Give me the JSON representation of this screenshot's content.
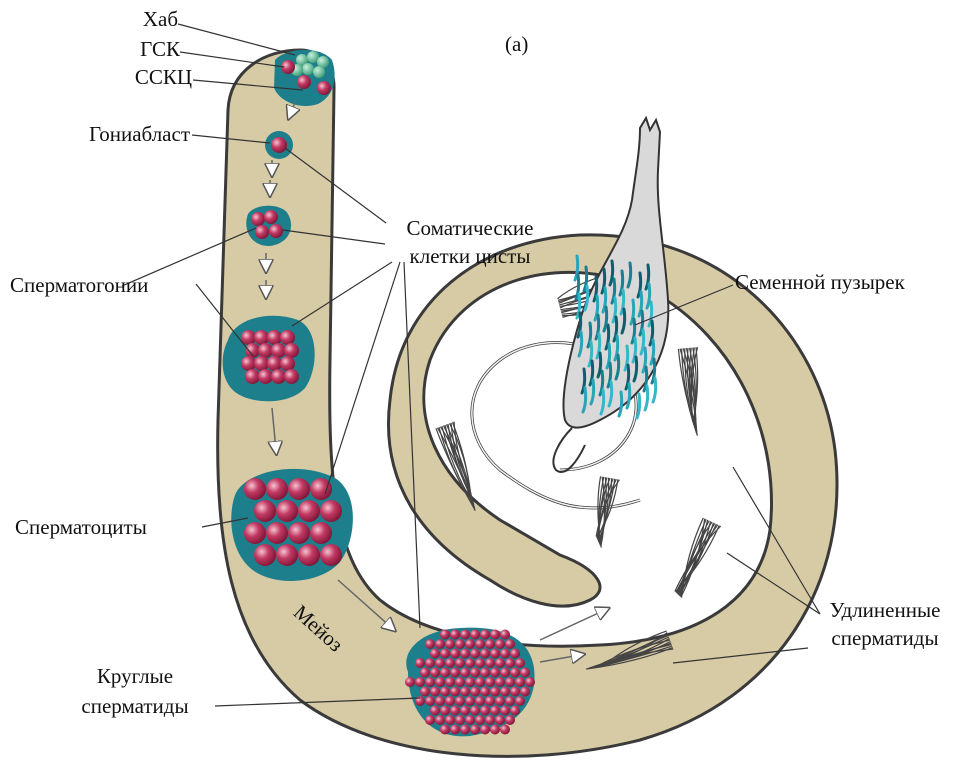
{
  "figure": {
    "panel_label": "(a)",
    "labels": {
      "hub": "Хаб",
      "gsc": "ГСК",
      "csc": "ССКЦ",
      "gonialblast": "Гониабласт",
      "cyst_cells_line1": "Соматические",
      "cyst_cells_line2": "клетки цисты",
      "spermatogonia": "Сперматогонии",
      "seminal_vesicle": "Семенной пузырек",
      "spermatocytes": "Сперматоциты",
      "meiosis": "Мейоз",
      "elongated_line1": "Удлиненные",
      "elongated_line2": "сперматиды",
      "round_line1": "Круглые",
      "round_line2": "сперматиды"
    },
    "colors": {
      "tube_fill": "#d7cba6",
      "tube_stroke": "#3a3a3a",
      "cyst": "#1e7f8c",
      "germ_cell": "#b8305a",
      "hub": "#5fbf9a",
      "sperm_blue": "#2aa4b8",
      "vesicle_fill": "#d9d9d9"
    }
  }
}
